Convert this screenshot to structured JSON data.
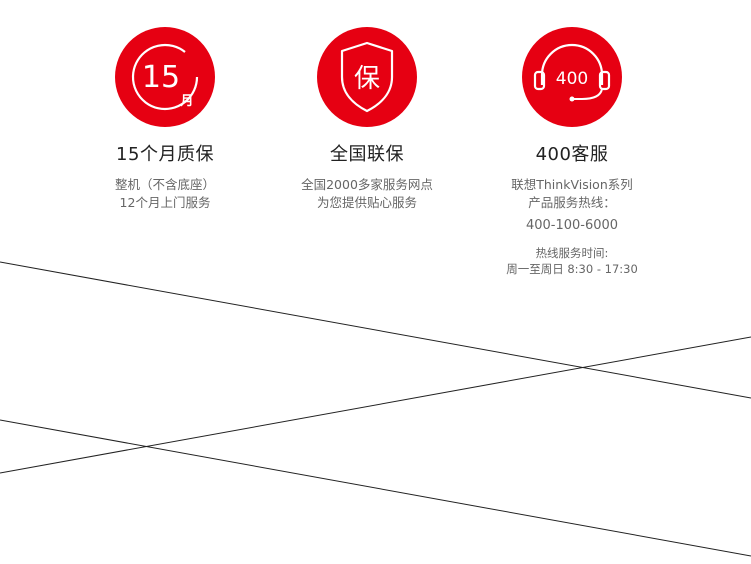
{
  "colors": {
    "accent": "#e60012"
  },
  "features": [
    {
      "icon": "15-month-calendar-icon",
      "badge_number": "15",
      "badge_unit": "月",
      "title": "15个月质保",
      "desc_lines": [
        "整机（不含底座）",
        "12个月上门服务"
      ]
    },
    {
      "icon": "shield-bao-icon",
      "badge_char": "保",
      "title": "全国联保",
      "desc_lines": [
        "全国2000多家服务网点",
        "为您提供贴心服务"
      ]
    },
    {
      "icon": "headset-400-icon",
      "badge_number": "400",
      "title": "400客服",
      "desc_lines": [
        "联想ThinkVision系列",
        "产品服务热线："
      ],
      "hotline": "400-100-6000",
      "hours_lines": [
        "热线服务时间:",
        "周一至周日 8:30 - 17:30"
      ]
    }
  ]
}
